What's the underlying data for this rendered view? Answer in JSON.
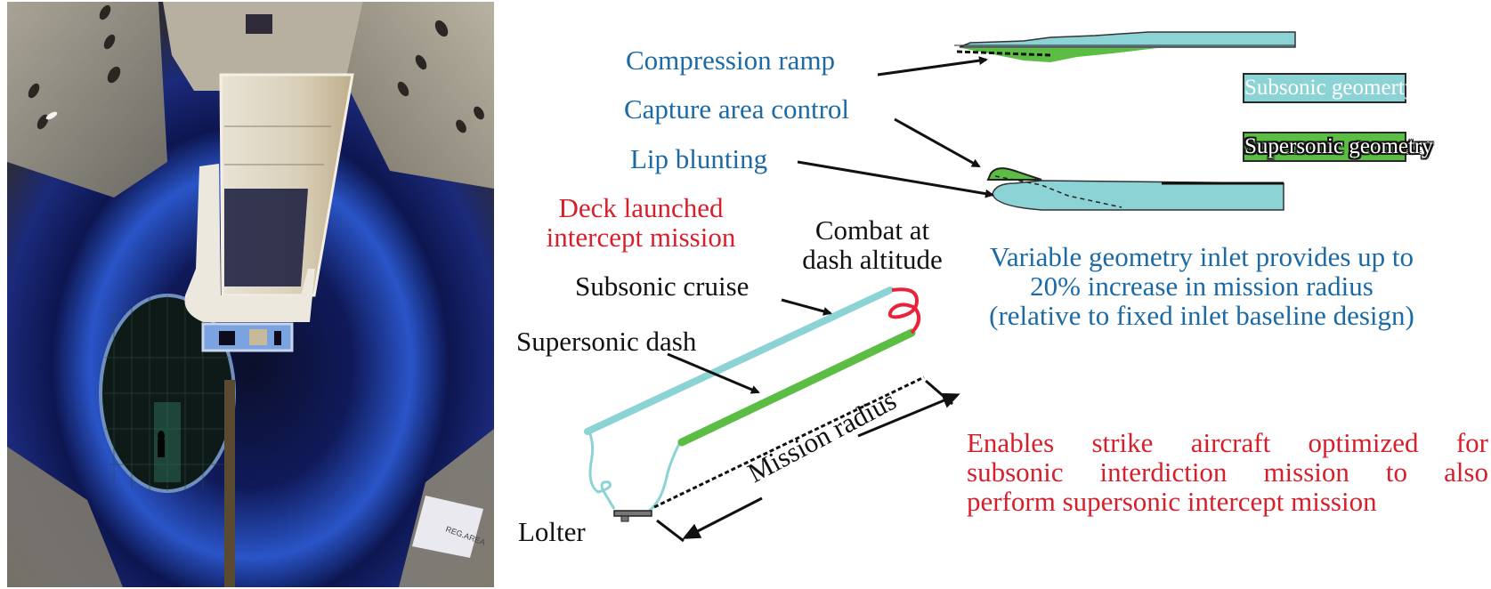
{
  "photo": {
    "description": "Wind tunnel test photo with inlet model mounted on sting inside large circular test section"
  },
  "callouts": {
    "compression_ramp": "Compression ramp",
    "capture_area_control": "Capture area control",
    "lip_blunting": "Lip blunting"
  },
  "legend": {
    "subsonic": "Subsonic geomerty",
    "supersonic": "Supersonic geometry"
  },
  "mission": {
    "title_line1": "Deck launched",
    "title_line2": "intercept mission",
    "combat_line1": "Combat at",
    "combat_line2": "dash altitude",
    "subsonic_cruise": "Subsonic cruise",
    "supersonic_dash": "Supersonic dash",
    "loiter": "Lolter",
    "mission_radius": "Mission radius"
  },
  "notes": {
    "benefit_line1": "Variable geometry inlet provides up to",
    "benefit_line2": "20% increase in mission radius",
    "benefit_line3": "(relative to fixed inlet baseline design)",
    "enable_line1": "Enables strike aircraft optimized for",
    "enable_line2": "subsonic interdiction mission to also",
    "enable_line3": "perform supersonic intercept mission"
  },
  "colors": {
    "blue_text": "#1b6aa5",
    "red_text": "#d71f2b",
    "subsonic": "#8cd3d6",
    "supersonic": "#5cbd44",
    "combat": "#e8243a"
  }
}
